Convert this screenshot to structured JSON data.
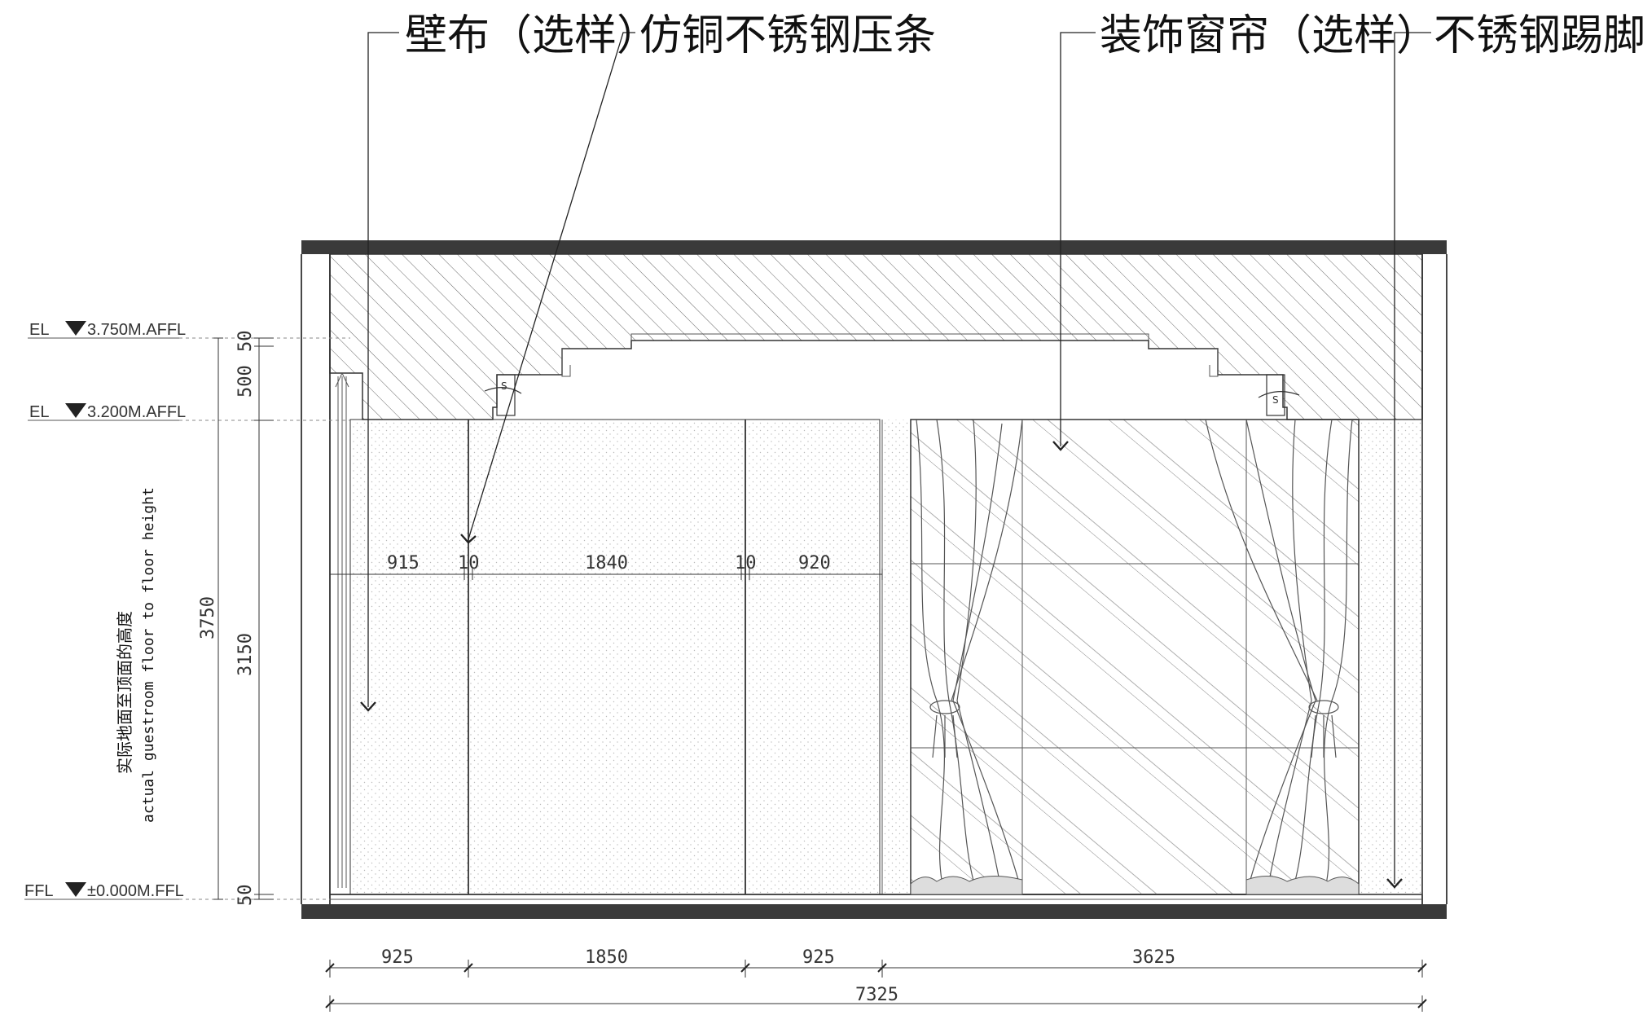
{
  "callouts": [
    {
      "text": "壁布（选样）"
    },
    {
      "text": "仿铜不锈钢压条"
    },
    {
      "text": "装饰窗帘（选样）"
    },
    {
      "text": "不锈钢踢脚线"
    }
  ],
  "elevations": [
    {
      "prefix": "EL",
      "value": "3.750M.AFFL"
    },
    {
      "prefix": "EL",
      "value": "3.200M.AFFL"
    },
    {
      "prefix": "FFL",
      "value": "±0.000M.FFL"
    }
  ],
  "vertical_dims": {
    "d50_top": "50",
    "d500": "500",
    "d3150": "3150",
    "d3750": "3750",
    "d50_bottom": "50"
  },
  "height_label": {
    "zh": "实际地面至顶面的高度",
    "en": "actual guestroom floor to floor height"
  },
  "inner_dims": [
    "915",
    "10",
    "1840",
    "10",
    "920"
  ],
  "bottom_dims": [
    "925",
    "1850",
    "925",
    "3625"
  ],
  "total_dim": "7325"
}
